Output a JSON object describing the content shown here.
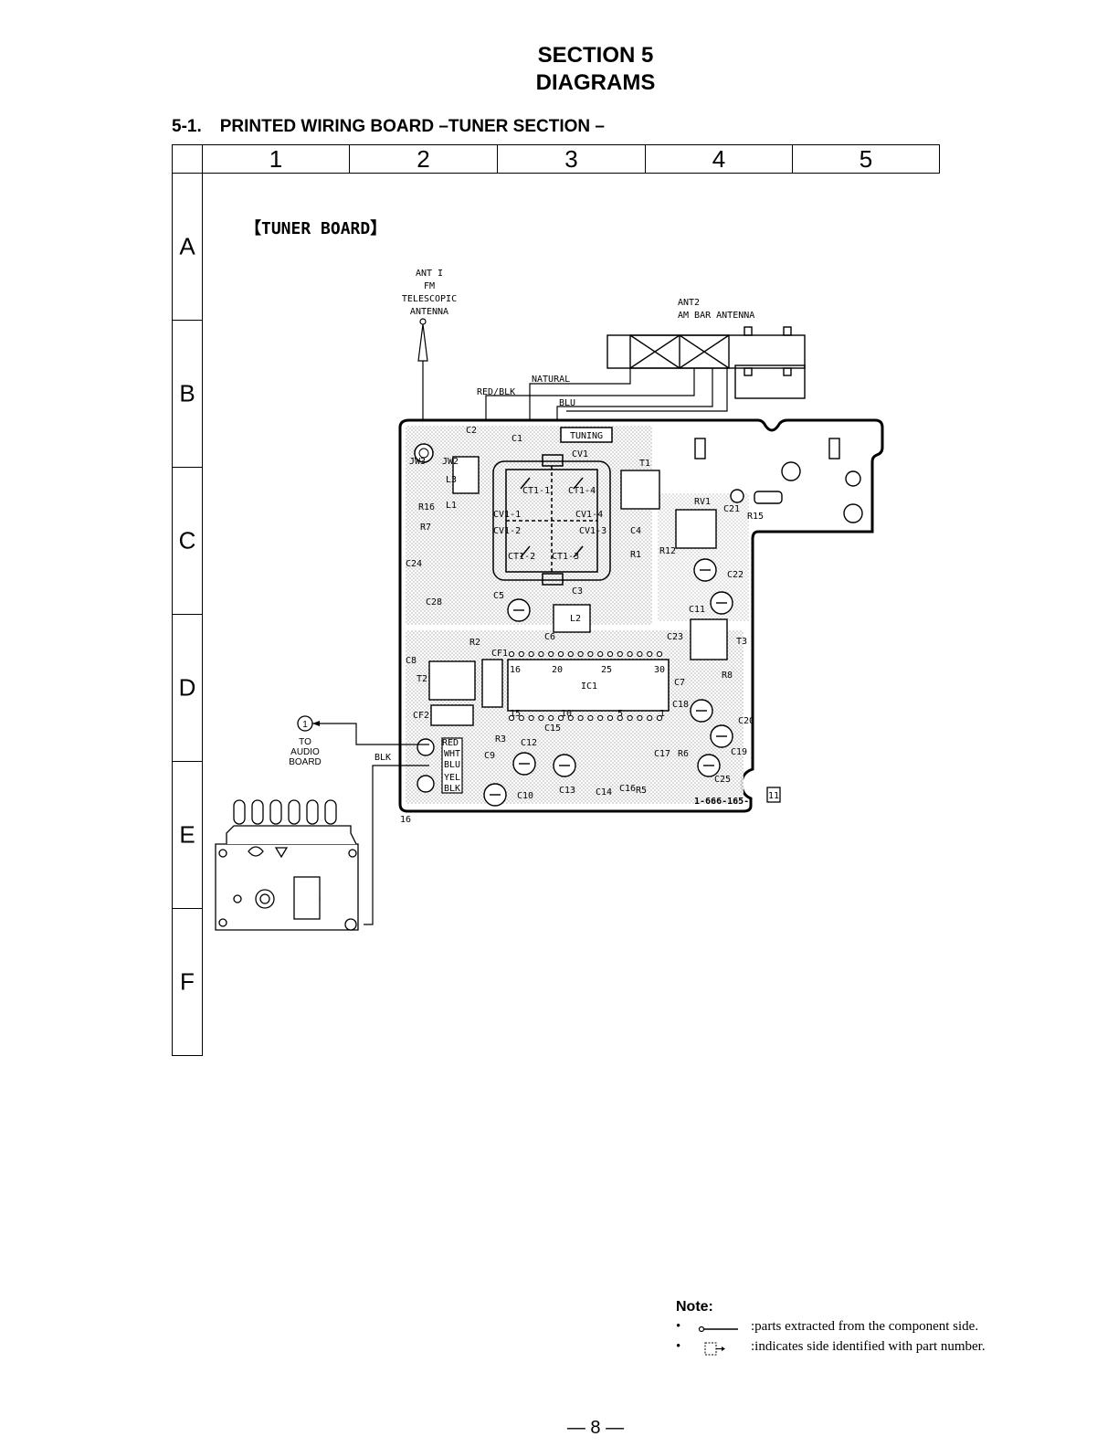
{
  "section": {
    "line1": "SECTION 5",
    "line2": "DIAGRAMS"
  },
  "subtitle": {
    "number": "5-1.",
    "text": "PRINTED WIRING BOARD –TUNER SECTION –"
  },
  "grid": {
    "columns": [
      "1",
      "2",
      "3",
      "4",
      "5"
    ],
    "rows": [
      "A",
      "B",
      "C",
      "D",
      "E",
      "F"
    ]
  },
  "board": {
    "title": "【TUNER  BOARD】",
    "part_number": "1-666-165-",
    "side_mark": "11"
  },
  "labels": {
    "ant1": [
      "ANT I",
      "FM",
      "TELESCOPIC",
      "ANTENNA"
    ],
    "ant2": [
      "ANT2",
      "AM BAR ANTENNA"
    ],
    "wires": {
      "natural": "NATURAL",
      "red_blk": "RED/BLK",
      "blu": "BLU",
      "blk": "BLK"
    },
    "connector": {
      "circle": "1",
      "to": "TO",
      "audio": "AUDIO",
      "board": "BOARD"
    },
    "connector_colors": [
      "RED",
      "WHT",
      "BLU",
      "YEL",
      "BLK"
    ],
    "tuning": "TUNING",
    "ic": "IC1",
    "pin_top": [
      "16",
      "20",
      "25",
      "30"
    ],
    "pin_bottom": [
      "15",
      "10",
      "5",
      "1"
    ],
    "pin16": "16",
    "components": [
      "C2",
      "C1",
      "CV1",
      "T1",
      "JW3",
      "JW2",
      "L3",
      "L1",
      "R16",
      "CT1-1",
      "CT1-4",
      "CV1-1",
      "CV1-4",
      "CV1-2",
      "CV1-3",
      "CT1-2",
      "CT1-3",
      "RV1",
      "C21",
      "R15",
      "C4",
      "R12",
      "R1",
      "R7",
      "C24",
      "C28",
      "C5",
      "C3",
      "C22",
      "C11",
      "L2",
      "C23",
      "T3",
      "R2",
      "CF1",
      "C6",
      "C8",
      "T2",
      "C7",
      "R8",
      "CF2",
      "C18",
      "C20",
      "R3",
      "C15",
      "C12",
      "C9",
      "C13",
      "C14",
      "C16",
      "R5",
      "C17",
      "R6",
      "C19",
      "C25",
      "C10"
    ]
  },
  "note": {
    "heading": "Note:",
    "items": [
      {
        "bullet": "•",
        "text": ":parts extracted from the component side."
      },
      {
        "bullet": "•",
        "text": ":indicates side identified with part number."
      }
    ]
  },
  "page": "— 8 —"
}
